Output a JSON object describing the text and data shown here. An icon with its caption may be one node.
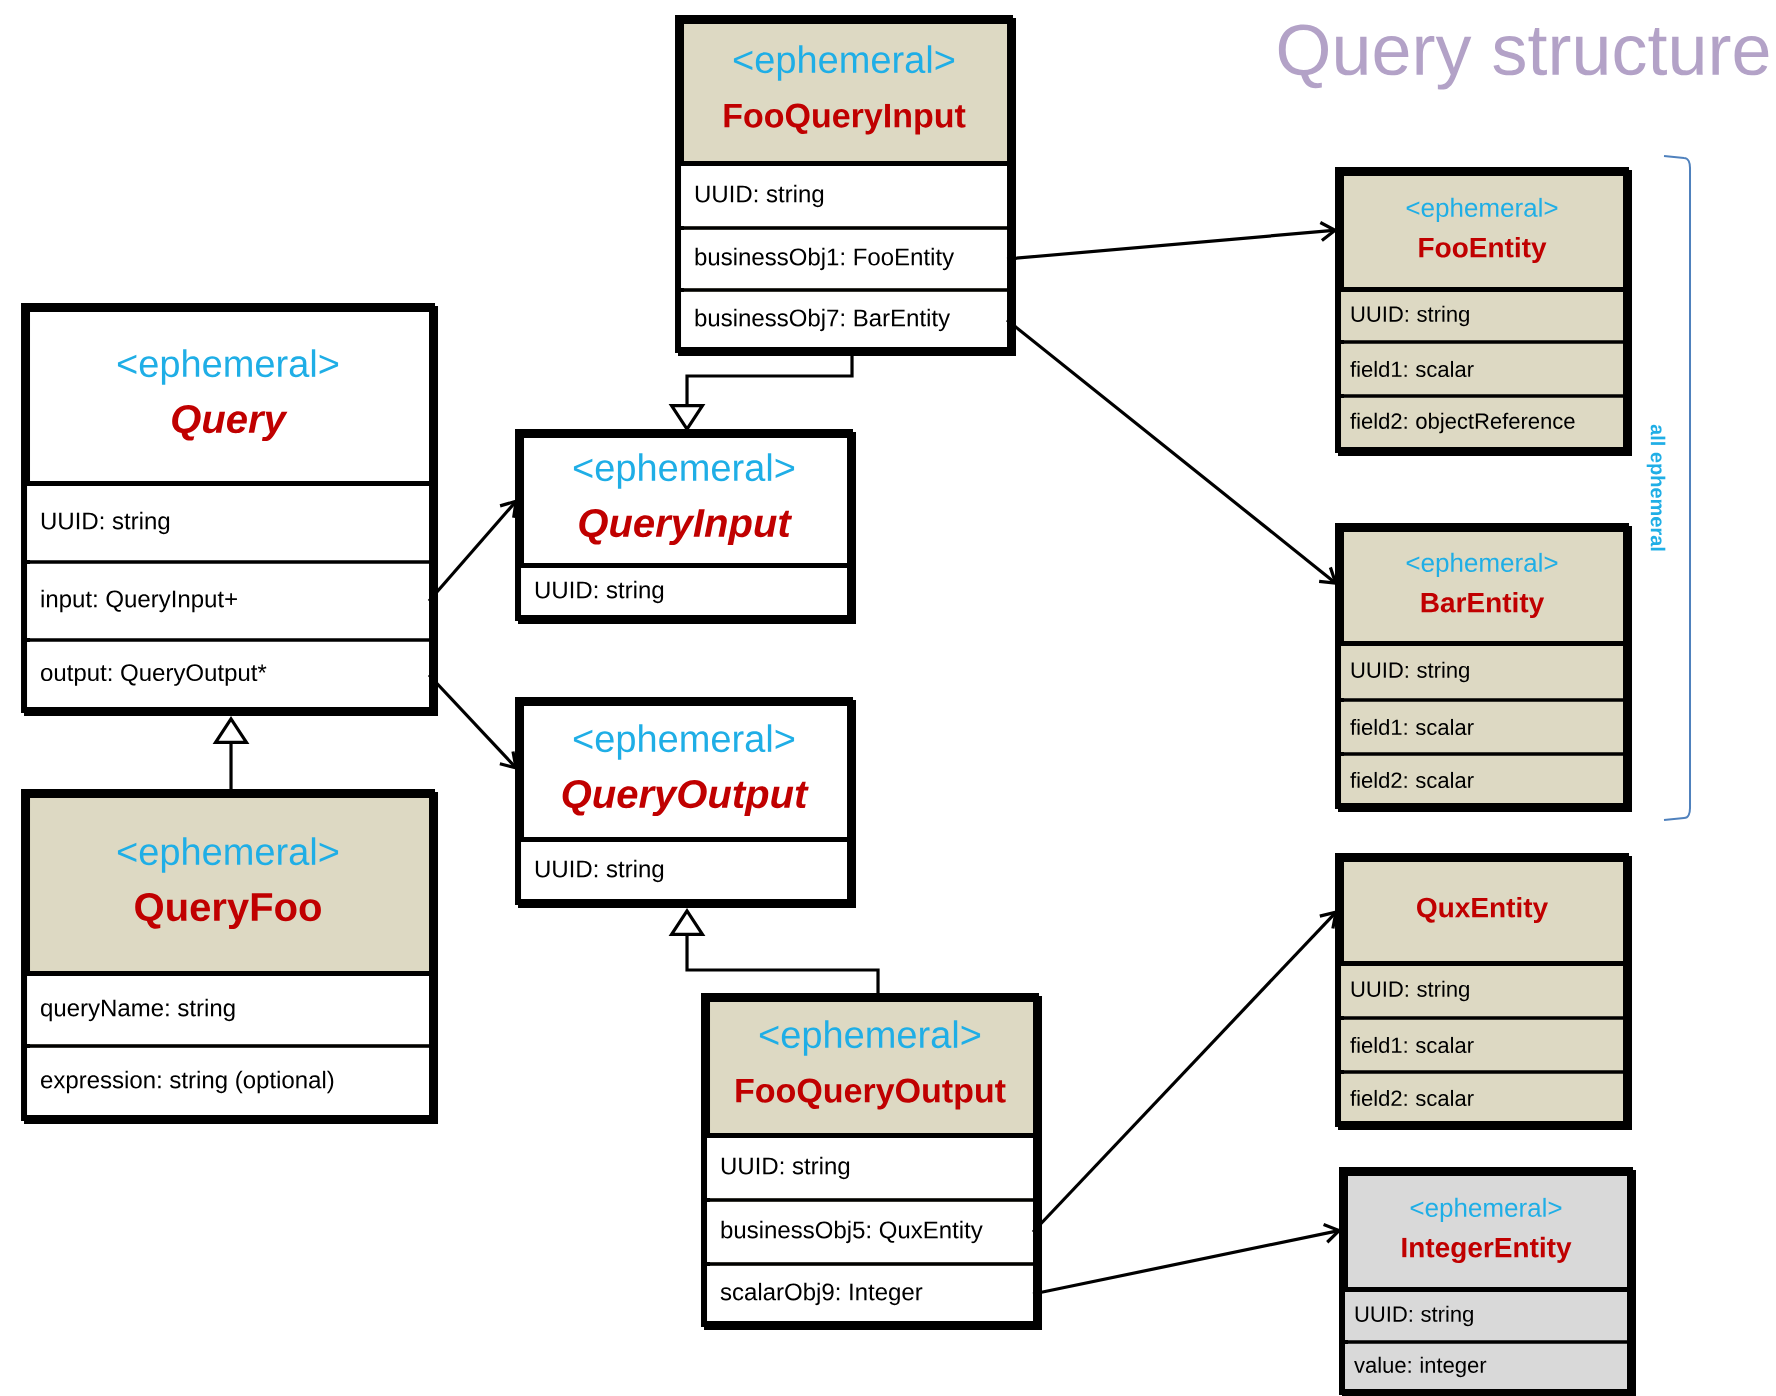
{
  "diagram": {
    "title": "Query structure",
    "nodes": [
      {
        "text": [
          "<ephemeral>",
          "Query"
        ]
      },
      {
        "text": [
          "UUID: string"
        ],
        "in": 0
      },
      {
        "text": [
          "input: QueryInput+"
        ],
        "in": 0
      },
      {
        "text": [
          "output: QueryOutput*"
        ],
        "in": 0
      },
      {
        "text": [
          "<ephemeral>",
          "QueryFoo"
        ]
      },
      {
        "text": [
          "queryName: string"
        ],
        "in": 4
      },
      {
        "text": [
          "expression: string (optional)"
        ],
        "in": 4
      },
      {
        "text": [
          "<ephemeral>",
          "FooQueryInput"
        ]
      },
      {
        "text": [
          "UUID: string"
        ],
        "in": 7
      },
      {
        "text": [
          "businessObj1: FooEntity"
        ],
        "in": 7
      },
      {
        "text": [
          "businessObj7: BarEntity"
        ],
        "in": 7
      },
      {
        "text": [
          "<ephemeral>",
          "QueryInput"
        ]
      },
      {
        "text": [
          "UUID: string"
        ],
        "in": 11
      },
      {
        "text": [
          "<ephemeral>",
          "QueryOutput"
        ]
      },
      {
        "text": [
          "UUID: string"
        ],
        "in": 13
      },
      {
        "text": [
          "<ephemeral>",
          "FooQueryOutput"
        ]
      },
      {
        "text": [
          "UUID: string"
        ],
        "in": 15
      },
      {
        "text": [
          "businessObj5: QuxEntity"
        ],
        "in": 15
      },
      {
        "text": [
          "scalarObj9: Integer"
        ],
        "in": 15
      },
      {
        "text": [
          "<ephemeral>",
          "FooEntity"
        ]
      },
      {
        "text": [
          "UUID: string"
        ],
        "in": 19
      },
      {
        "text": [
          "field1: scalar"
        ],
        "in": 19
      },
      {
        "text": [
          "field2: objectReference"
        ],
        "in": 19
      },
      {
        "text": [
          "<ephemeral>",
          "BarEntity"
        ]
      },
      {
        "text": [
          "UUID: string"
        ],
        "in": 23
      },
      {
        "text": [
          "field1: scalar"
        ],
        "in": 23
      },
      {
        "text": [
          "field2: scalar"
        ],
        "in": 23
      },
      {
        "text": [
          "QuxEntity"
        ]
      },
      {
        "text": [
          "UUID: string"
        ],
        "in": 27
      },
      {
        "text": [
          "field1: scalar"
        ],
        "in": 27
      },
      {
        "text": [
          "field2: scalar"
        ],
        "in": 27
      },
      {
        "text": [
          "<ephemeral>",
          "IntegerEntity"
        ]
      },
      {
        "text": [
          "UUID: string"
        ],
        "in": 31
      },
      {
        "text": [
          "value: integer"
        ],
        "in": 31
      }
    ],
    "edges": [
      {
        "from": 2,
        "to": 11,
        "arrow": "to"
      },
      {
        "from": 3,
        "to": 13,
        "arrow": "to"
      },
      {
        "from": 9,
        "to": 19,
        "arrow": "to"
      },
      {
        "from": 10,
        "to": 23,
        "arrow": "to"
      },
      {
        "from": 17,
        "to": 27,
        "arrow": "to"
      },
      {
        "from": 18,
        "to": 31,
        "arrow": "to"
      },
      {
        "from": 4,
        "to": 0,
        "arrow": "to"
      },
      {
        "from": 7,
        "to": 11,
        "arrow": "to"
      },
      {
        "from": 15,
        "to": 13,
        "arrow": "to"
      }
    ],
    "labels": [
      "all ephemeral"
    ]
  }
}
